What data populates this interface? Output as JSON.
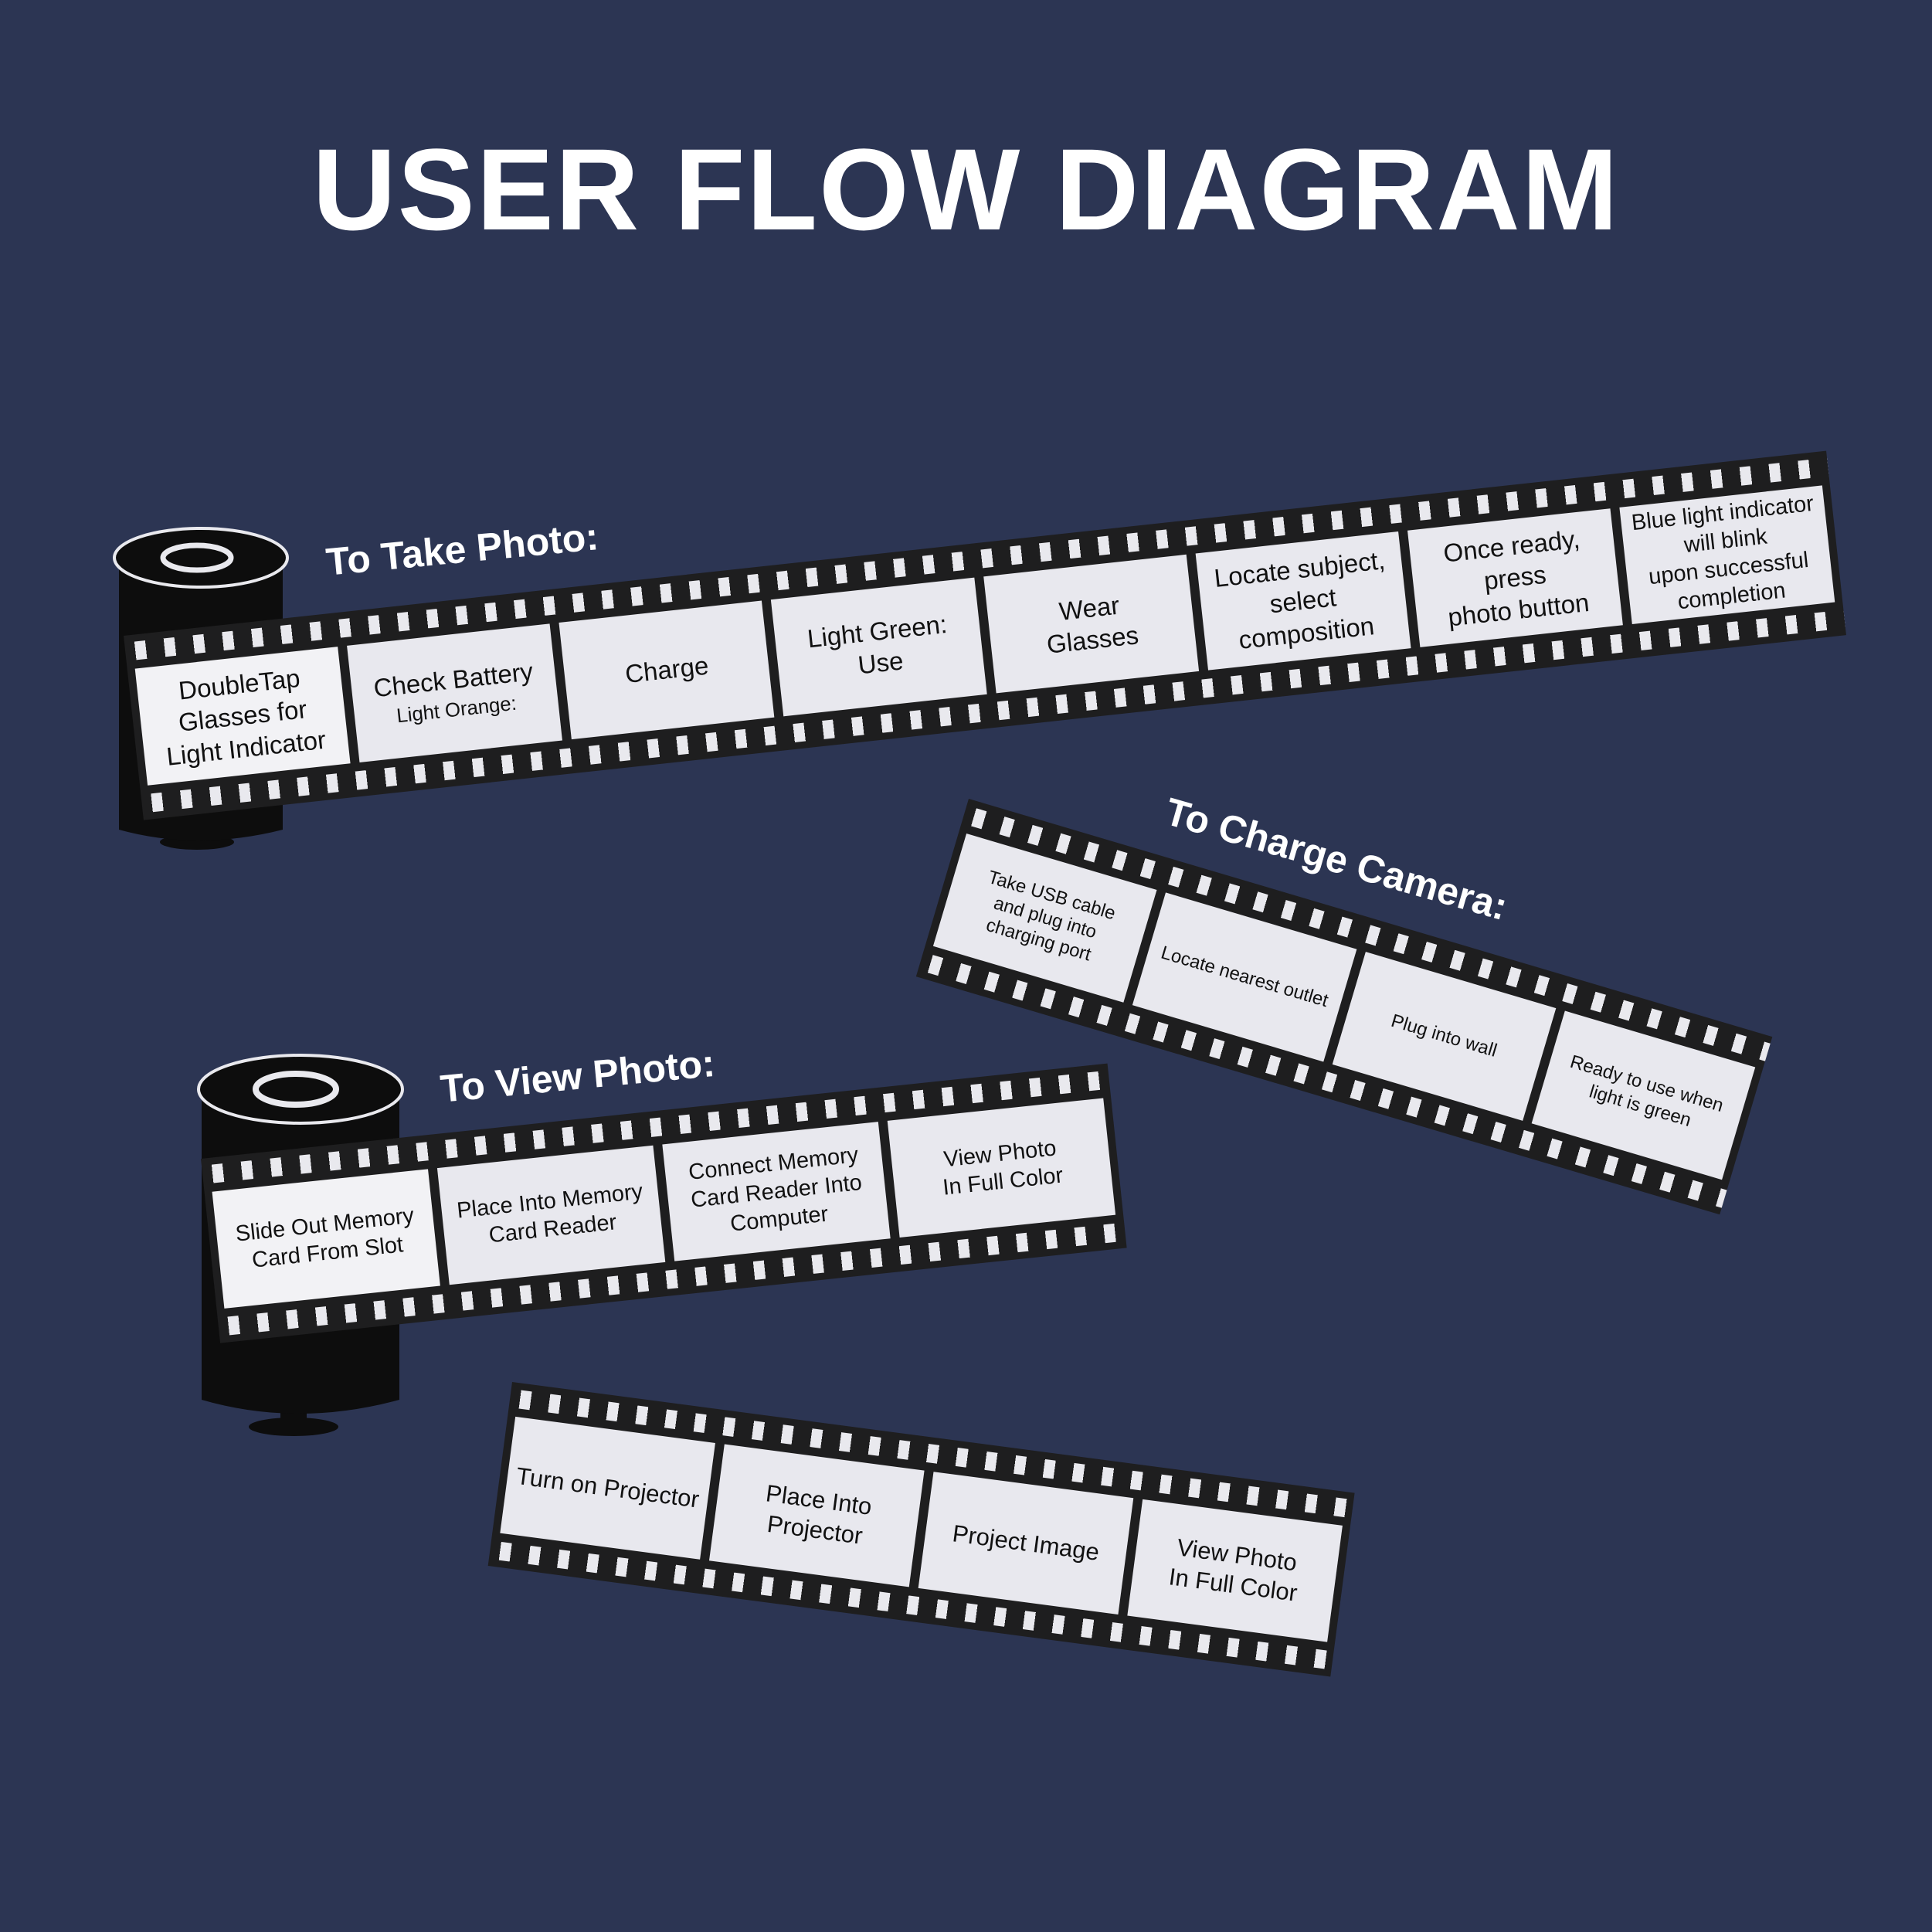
{
  "title": "USER FLOW DIAGRAM",
  "colors": {
    "background": "#2c3553",
    "film": "#1e1e1f",
    "frame": "#e8e8ee",
    "text": "#ffffff"
  },
  "flows": {
    "take_photo": {
      "label": "To Take Photo:",
      "steps": [
        {
          "text": "DoubleTap\nGlasses for\nLight Indicator"
        },
        {
          "text": "Check Battery",
          "sub": "Light Orange:"
        },
        {
          "text": "Charge"
        },
        {
          "text": "Light Green:\nUse"
        },
        {
          "text": "Wear\nGlasses"
        },
        {
          "text": "Locate subject,\nselect\ncomposition"
        },
        {
          "text": "Once ready,\npress\nphoto button"
        },
        {
          "text": "Blue light indicator\nwill blink\nupon successful\ncompletion"
        }
      ]
    },
    "charge_camera": {
      "label": "To Charge Camera:",
      "steps": [
        {
          "text": "Take USB cable\nand plug into\ncharging port"
        },
        {
          "text": "Locate nearest outlet"
        },
        {
          "text": "Plug into wall"
        },
        {
          "text": "Ready to use when\nlight is green"
        }
      ]
    },
    "view_photo": {
      "label": "To View Photo:",
      "steps": [
        {
          "text": "Slide Out Memory\nCard From Slot"
        },
        {
          "text": "Place Into Memory\nCard Reader"
        },
        {
          "text": "Connect Memory\nCard Reader Into\nComputer"
        },
        {
          "text": "View Photo\nIn Full Color"
        }
      ]
    },
    "project_photo": {
      "steps": [
        {
          "text": "Turn on Projector"
        },
        {
          "text": "Place Into\nProjector"
        },
        {
          "text": "Project Image"
        },
        {
          "text": "View Photo\nIn Full Color"
        }
      ]
    }
  }
}
